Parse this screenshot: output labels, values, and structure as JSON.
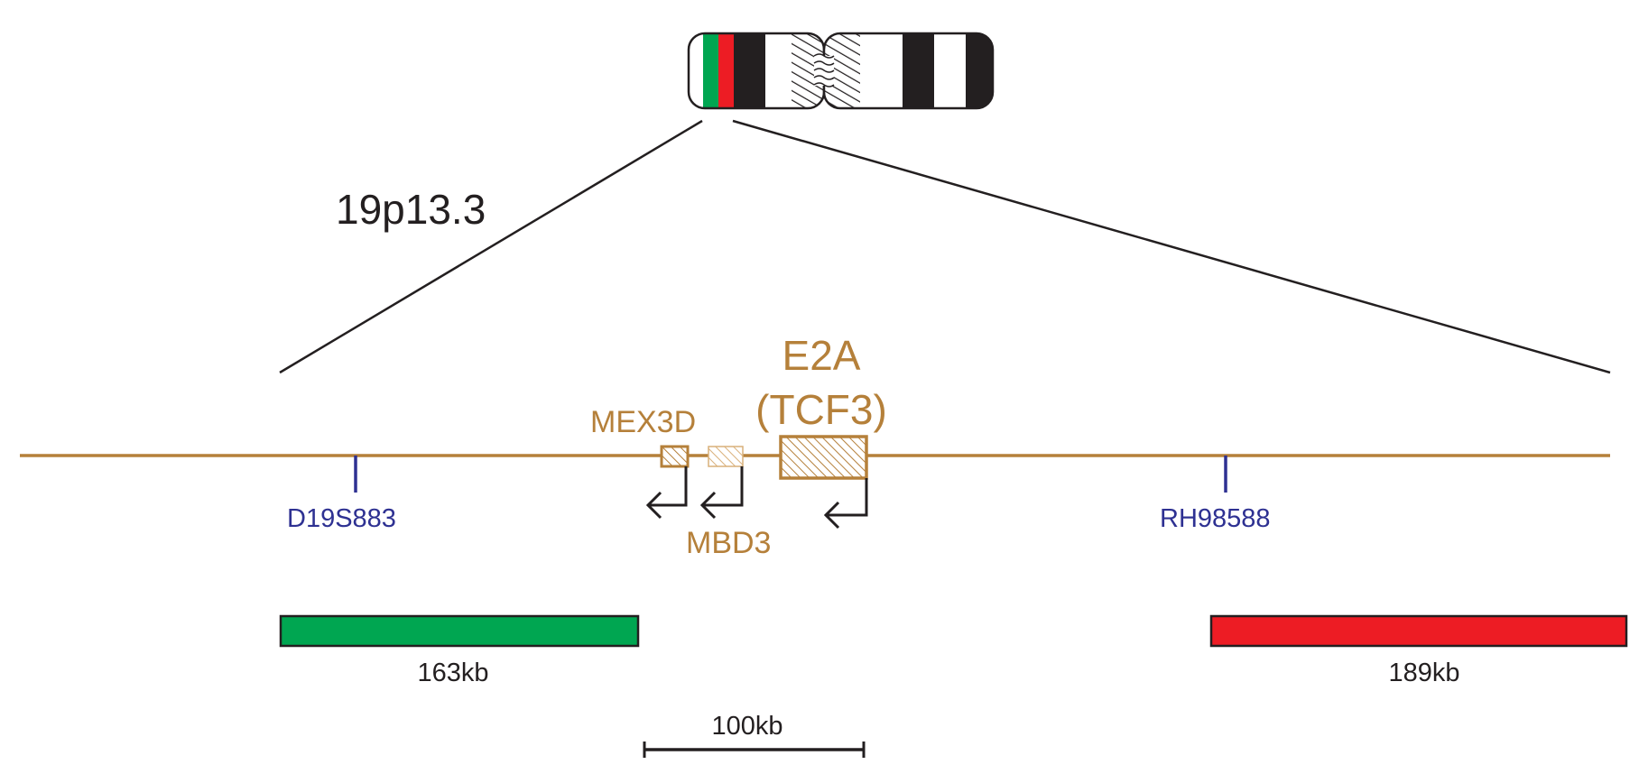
{
  "region_label": "19p13.3",
  "genes": {
    "e2a_line1": "E2A",
    "e2a_line2": "(TCF3)",
    "mex3d": "MEX3D",
    "mbd3": "MBD3"
  },
  "markers": {
    "left": "D19S883",
    "right": "RH98588"
  },
  "probes": [
    {
      "label": "163kb",
      "color": "#00a651"
    },
    {
      "label": "189kb",
      "color": "#ed1c24"
    }
  ],
  "scale_bar": {
    "label": "100kb"
  },
  "colors": {
    "gene": "#b5803a",
    "marker": "#2e3192",
    "outline": "#231f20",
    "green_probe": "#00a651",
    "red_probe": "#ed1c24"
  }
}
